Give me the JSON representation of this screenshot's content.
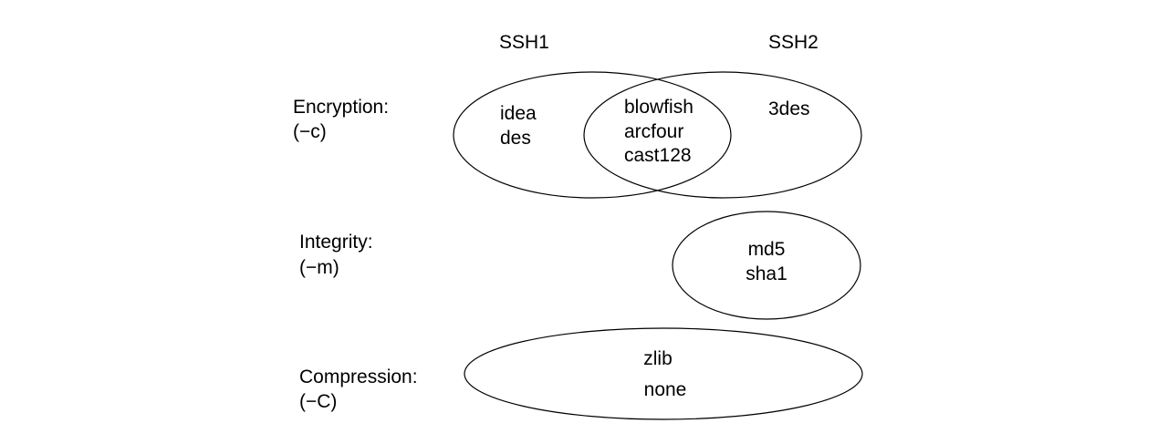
{
  "columns": {
    "ssh1": "SSH1",
    "ssh2": "SSH2"
  },
  "rows": {
    "encryption": {
      "label": "Encryption:",
      "flag": "(−c)",
      "ssh1_only": [
        "idea",
        "des"
      ],
      "both": [
        "blowfish",
        "arcfour",
        "cast128"
      ],
      "ssh2_only": [
        "3des"
      ]
    },
    "integrity": {
      "label": "Integrity:",
      "flag": "(−m)",
      "ssh2_only": [
        "md5",
        "sha1"
      ]
    },
    "compression": {
      "label": "Compression:",
      "flag": "(−C)",
      "both": [
        "zlib",
        "none"
      ]
    }
  }
}
